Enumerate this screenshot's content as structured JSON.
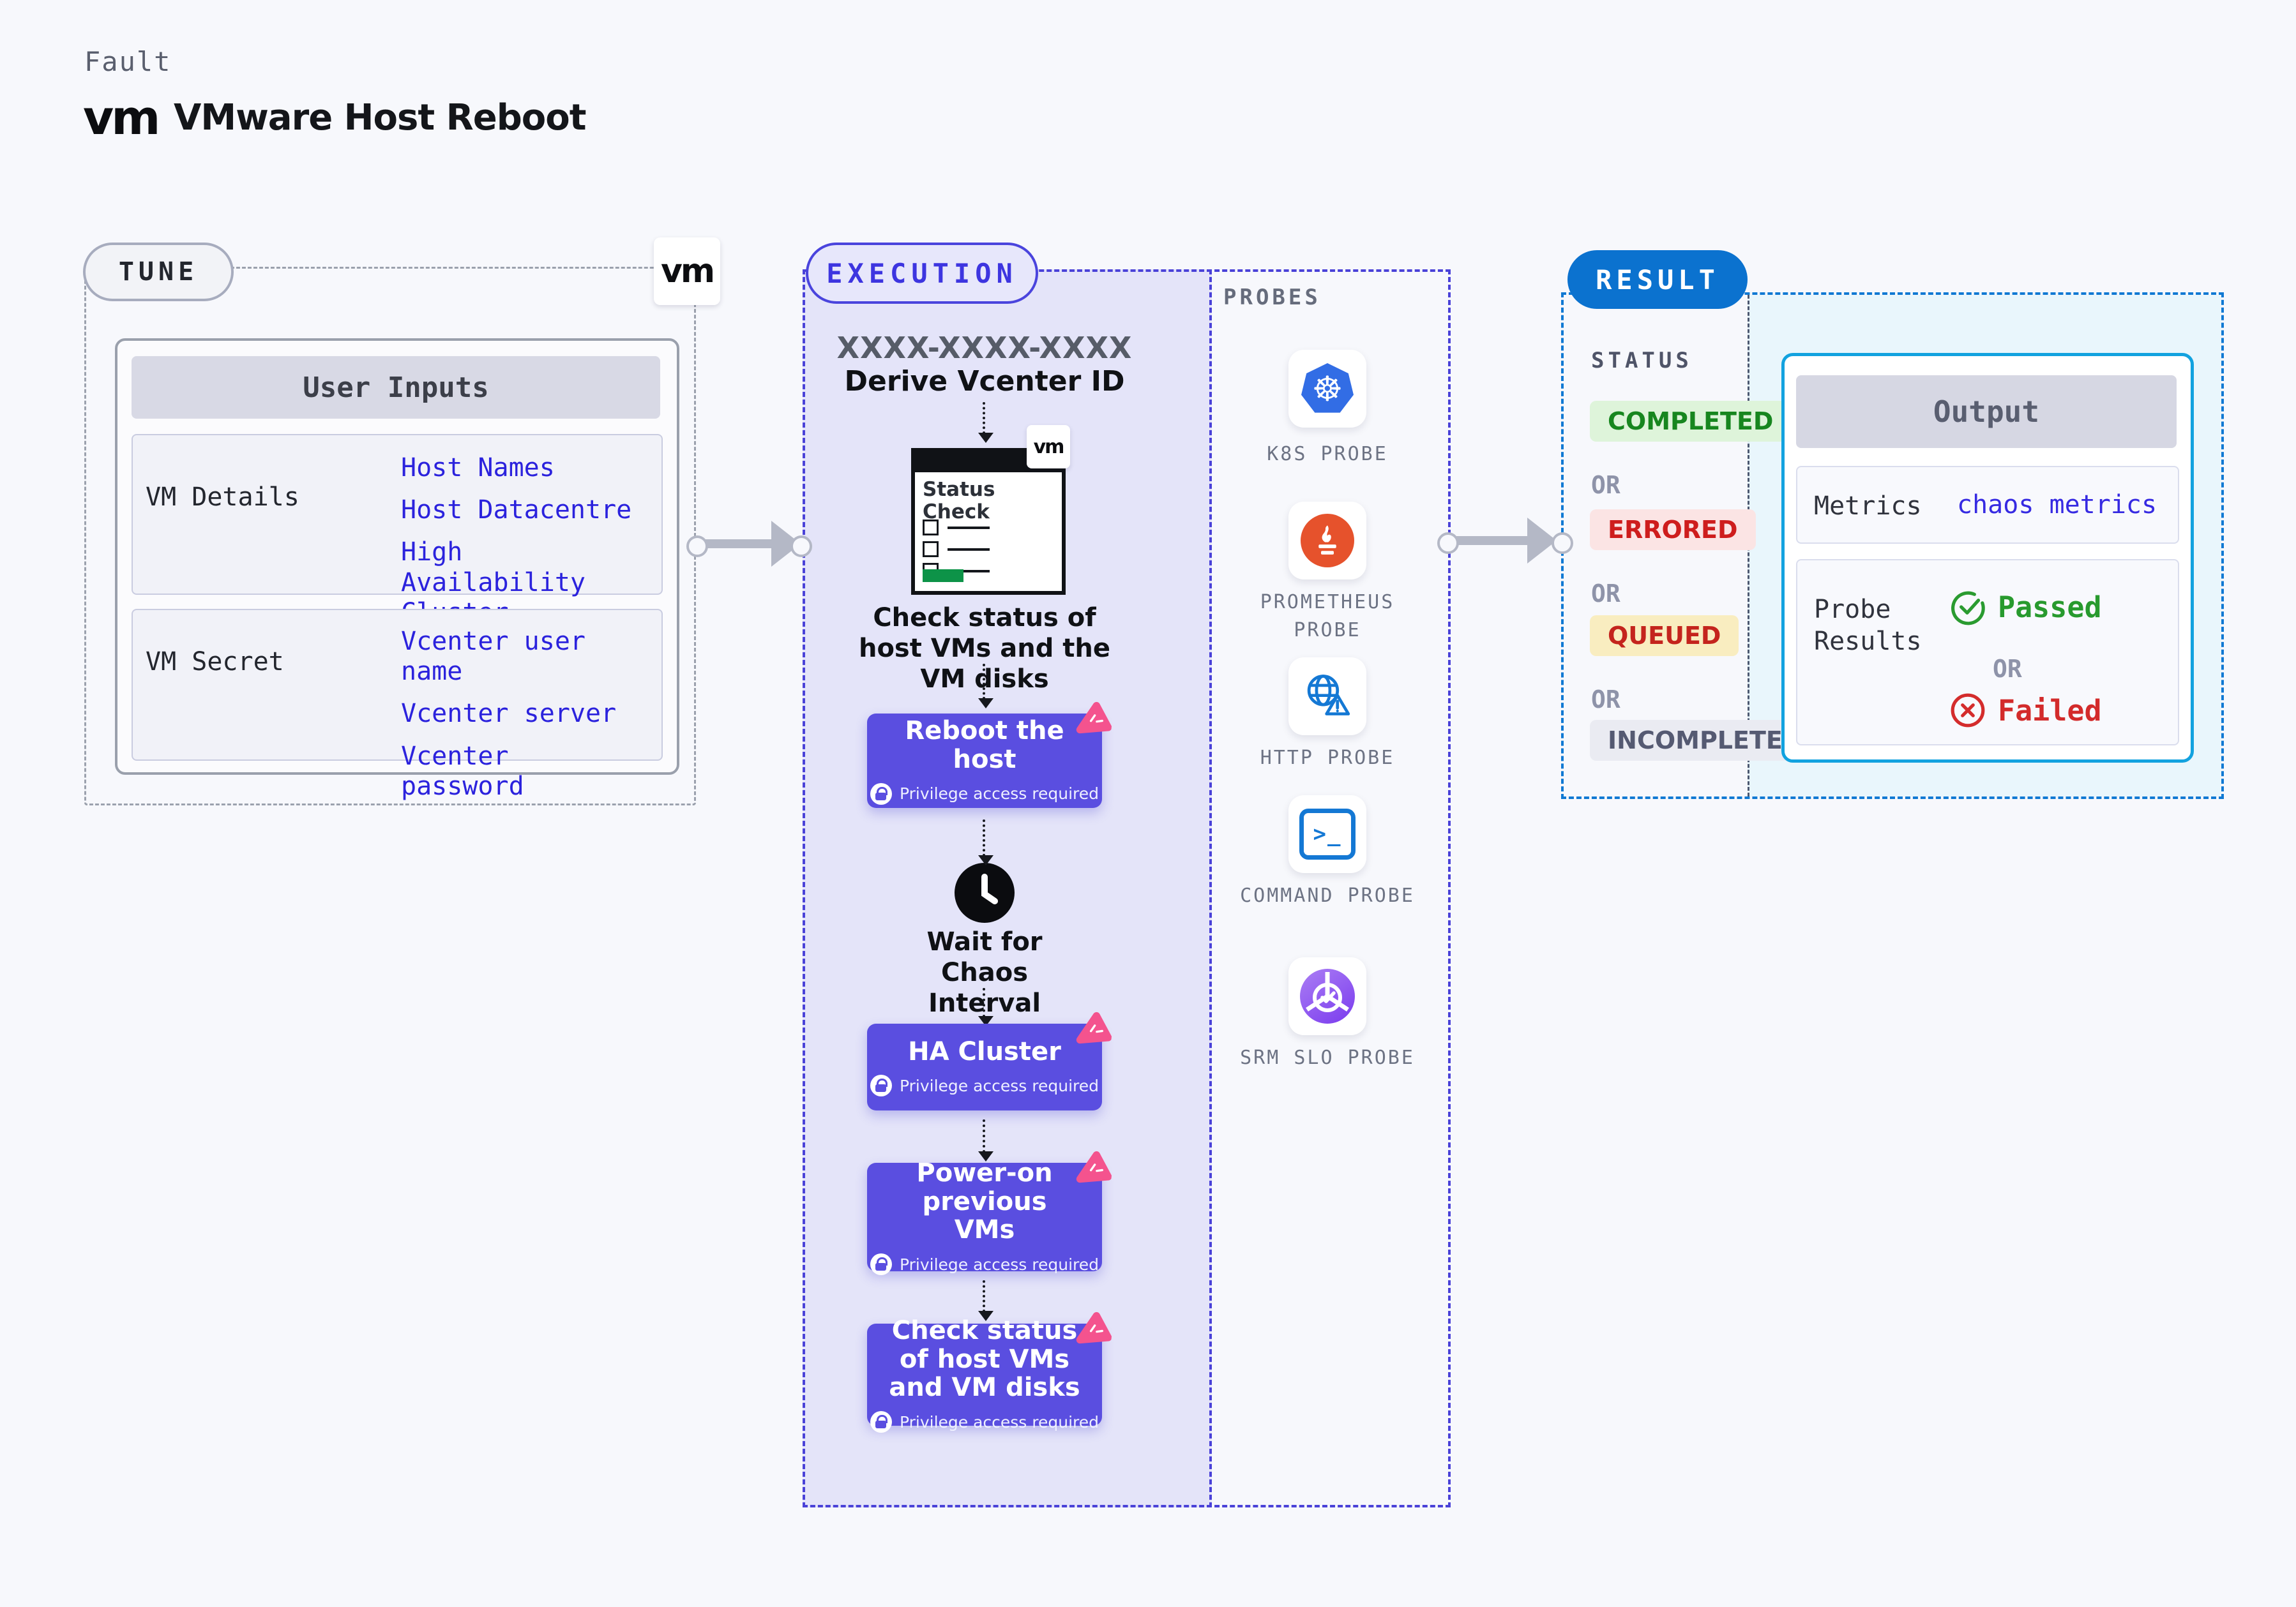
{
  "header": {
    "eyebrow": "Fault",
    "brand": "vm",
    "title": "VMware Host Reboot"
  },
  "tune": {
    "pill": "TUNE",
    "vm_badge": "vm",
    "user_inputs": {
      "header": "User Inputs",
      "rows": [
        {
          "label": "VM Details",
          "links": [
            "Host Names",
            "Host Datacentre",
            "High Availability Cluster"
          ]
        },
        {
          "label": "VM Secret",
          "links": [
            "Vcenter user name",
            "Vcenter server",
            "Vcenter password"
          ]
        }
      ]
    }
  },
  "execution": {
    "pill": "EXECUTION",
    "derive_code": "XXXX-XXXX-XXXX",
    "derive_label": "Derive Vcenter ID",
    "status_graphic": {
      "title": "Status Check",
      "vm_badge": "vm"
    },
    "check_text": "Check status of host VMs and the VM disks",
    "privilege_badge": "Privilege access required",
    "wait_label": "Wait for Chaos Interval",
    "steps": [
      {
        "title": "Reboot the host"
      },
      {
        "title": "HA Cluster"
      },
      {
        "title": "Power-on previous VMs"
      },
      {
        "title": "Check status of host VMs and VM disks"
      }
    ]
  },
  "probes": {
    "heading": "PROBES",
    "items": [
      {
        "label": "K8S PROBE",
        "icon": "kubernetes-icon"
      },
      {
        "label": "PROMETHEUS PROBE",
        "icon": "prometheus-icon"
      },
      {
        "label": "HTTP PROBE",
        "icon": "http-globe-icon"
      },
      {
        "label": "COMMAND PROBE",
        "icon": "terminal-icon"
      },
      {
        "label": "SRM SLO PROBE",
        "icon": "srm-slo-icon"
      }
    ]
  },
  "result": {
    "pill": "RESULT",
    "status_heading": "STATUS",
    "or_label": "OR",
    "statuses": [
      {
        "label": "COMPLETED",
        "bg": "#def4da",
        "color": "#17861f"
      },
      {
        "label": "ERRORED",
        "bg": "#fbe4e4",
        "color": "#ce1d1d"
      },
      {
        "label": "QUEUED",
        "bg": "#f9edc0",
        "color": "#c4241d"
      },
      {
        "label": "INCOMPLETED",
        "bg": "#eaebf2",
        "color": "#555a72"
      }
    ],
    "output": {
      "header": "Output",
      "metrics_label": "Metrics",
      "metrics_value": "chaos metrics",
      "probe_results_label": "Probe Results",
      "passed_label": "Passed",
      "failed_label": "Failed"
    }
  },
  "colors": {
    "page_bg": "#f7f8fc",
    "execution_panel_bg": "#e4e4f9",
    "execution_accent": "#4a42d8",
    "step_button": "#5a4ee0",
    "litmus_pink": "#f4538e",
    "link_blue": "#2b22dd",
    "result_blue": "#0b72cf",
    "output_border_cyan": "#12a2df",
    "passed_green": "#289a2e",
    "failed_red": "#d32b2b",
    "kubernetes_blue": "#326de5",
    "prometheus_orange": "#e6522c"
  }
}
